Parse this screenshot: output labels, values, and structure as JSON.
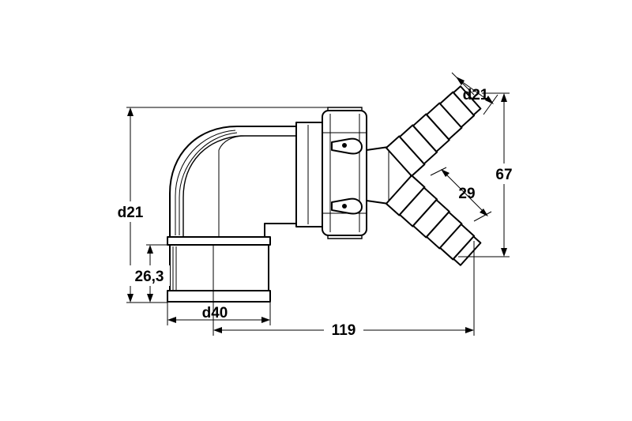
{
  "dimensions": {
    "overall_height": "d21",
    "thread_length": "26,3",
    "base_diameter": "d40",
    "overall_width": "119",
    "outlet_diameter": "d21",
    "outlet_height": "67",
    "outlet_length": "29"
  }
}
